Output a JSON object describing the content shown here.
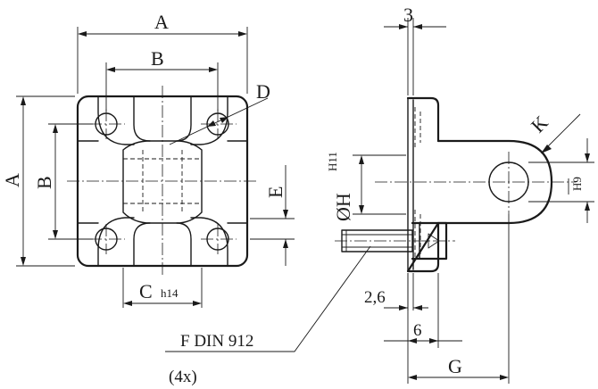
{
  "labels": {
    "a_top": "A",
    "b_top": "B",
    "d": "D",
    "a_left": "A",
    "b_left": "B",
    "e": "E",
    "c": "C",
    "c_tol": "h14",
    "three": "3",
    "h_dia": "ØH",
    "h_tol_left": "H11",
    "h_tol_right": "H9",
    "k": "K",
    "two_six": "2,6",
    "six": "6",
    "g": "G",
    "f_din": "F  DIN 912",
    "count": "(4x)"
  }
}
